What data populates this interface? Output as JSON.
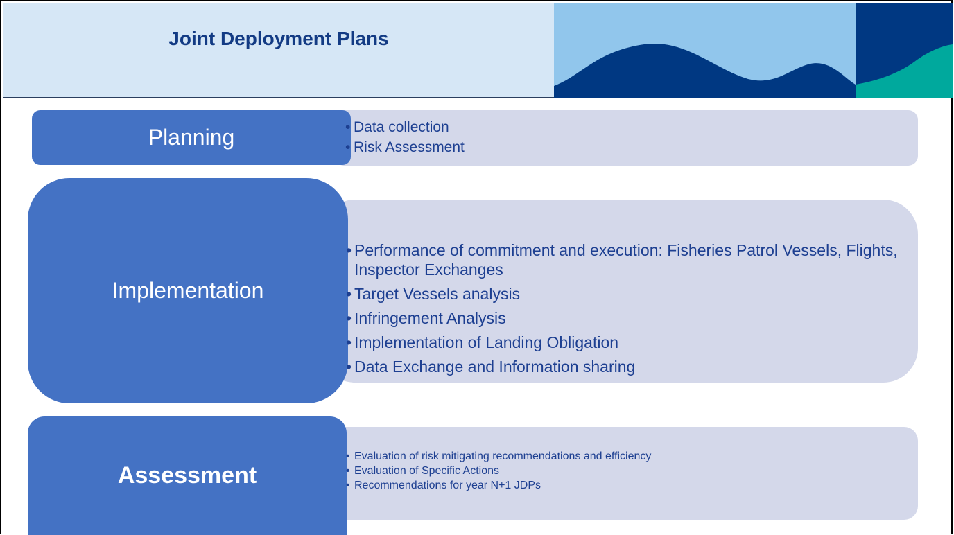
{
  "header": {
    "title": "Joint Deployment Plans",
    "colors": {
      "background": "#d6e7f6",
      "title": "#133b84",
      "wave_light": "#91c6ec",
      "wave_dark": "#003882",
      "accent_teal": "#00a99d"
    }
  },
  "sections": [
    {
      "label": "Planning",
      "items": [
        "Data collection",
        "Risk Assessment"
      ]
    },
    {
      "label": "Implementation",
      "items": [
        "Performance of commitment and execution: Fisheries Patrol Vessels, Flights, Inspector Exchanges",
        "Target Vessels analysis",
        "Infringement Analysis",
        "Implementation of Landing Obligation",
        "Data Exchange and Information sharing"
      ]
    },
    {
      "label": "Assessment",
      "items": [
        "Evaluation of risk mitigating recommendations and efficiency",
        "Evaluation of Specific Actions",
        "Recommendations for year N+1 JDPs"
      ]
    }
  ],
  "bullet_glyph": "•",
  "colors": {
    "box": "#4472c4",
    "band": "#d4d8ea",
    "item_text": "#1d3f91"
  }
}
